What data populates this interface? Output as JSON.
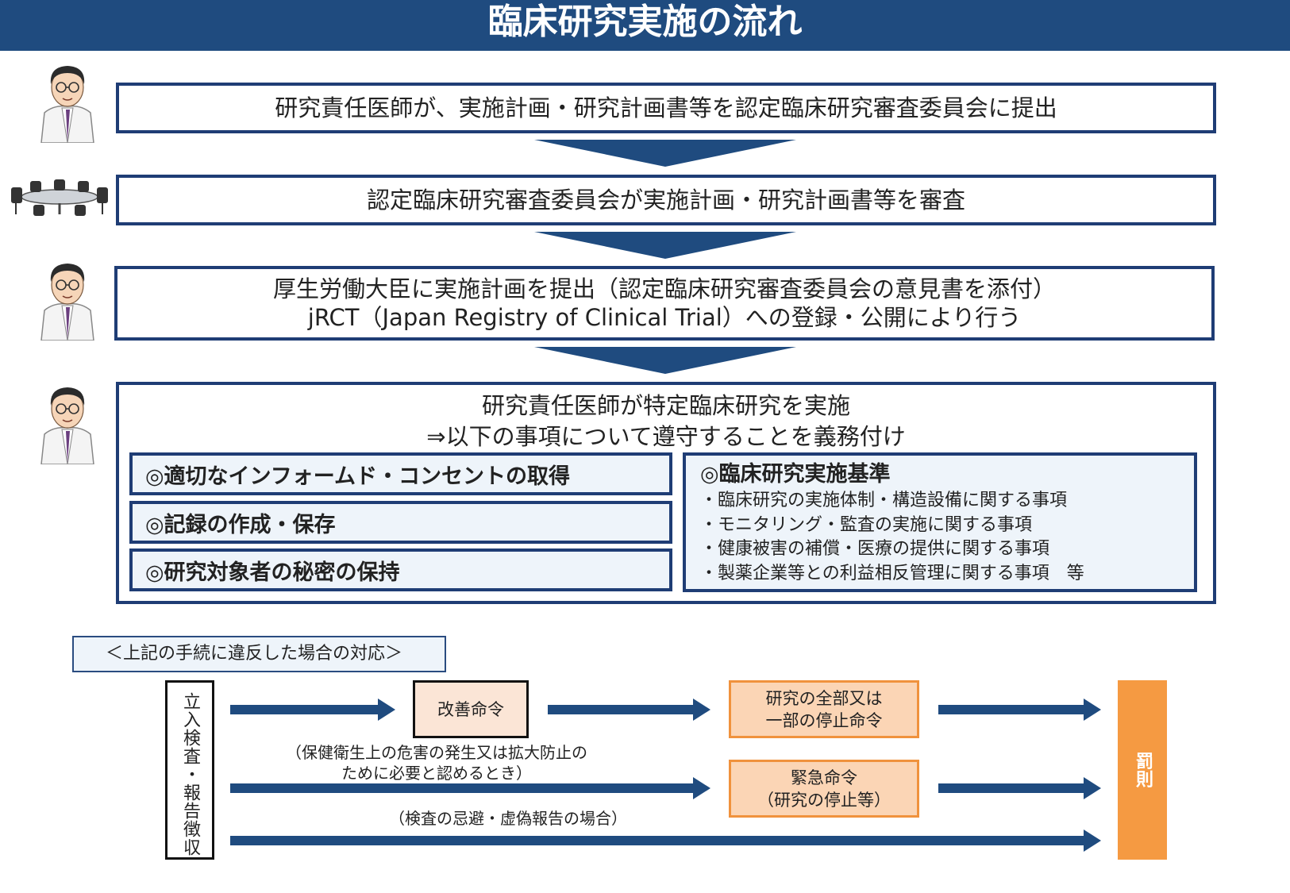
{
  "title": "臨床研究実施の流れ",
  "steps": [
    {
      "line1": "研究責任医師が、実施計画・研究計画書等を認定臨床研究審査委員会に提出"
    },
    {
      "line1": "認定臨床研究審査委員会が実施計画・研究計画書等を審査"
    },
    {
      "line1": "厚生労働大臣に実施計画を提出（認定臨床研究審査委員会の意見書を添付）",
      "line2": "jRCT（Japan Registry of Clinical Trial）への登録・公開により行う"
    },
    {
      "line1": "研究責任医師が特定臨床研究を実施",
      "line2": "⇒以下の事項について遵守することを義務付け"
    }
  ],
  "obligations": [
    "◎適切なインフォームド・コンセントの取得",
    "◎記録の作成・保存",
    "◎研究対象者の秘密の保持"
  ],
  "standards": {
    "title": "◎臨床研究実施基準",
    "items": [
      "・臨床研究の実施体制・構造設備に関する事項",
      "・モニタリング・監査の実施に関する事項",
      "・健康被害の補償・医療の提供に関する事項",
      "・製薬企業等との利益相反管理に関する事項　等"
    ]
  },
  "violation": {
    "heading": "＜上記の手続に違反した場合の対応＞",
    "inspection": "立入検査・報告徴収",
    "improvement_order": "改善命令",
    "stop_order_line1": "研究の全部又は",
    "stop_order_line2": "一部の停止命令",
    "emergency_line1": "緊急命令",
    "emergency_line2": "（研究の停止等）",
    "emergency_caption_line1": "（保健衛生上の危害の発生又は拡大防止の",
    "emergency_caption_line2": "ために必要と認めるとき）",
    "refusal_caption": "（検査の忌避・虚偽報告の場合）",
    "penalty": "罰則"
  },
  "colors": {
    "navy": "#1f4b7f",
    "border": "#1f3d75",
    "light_blue": "#eef4fa",
    "orange": "#f59a42",
    "light_orange": "#fbd5b5"
  },
  "icons": [
    "doctor-icon",
    "meeting-table-icon",
    "doctor-icon",
    "doctor-icon"
  ]
}
